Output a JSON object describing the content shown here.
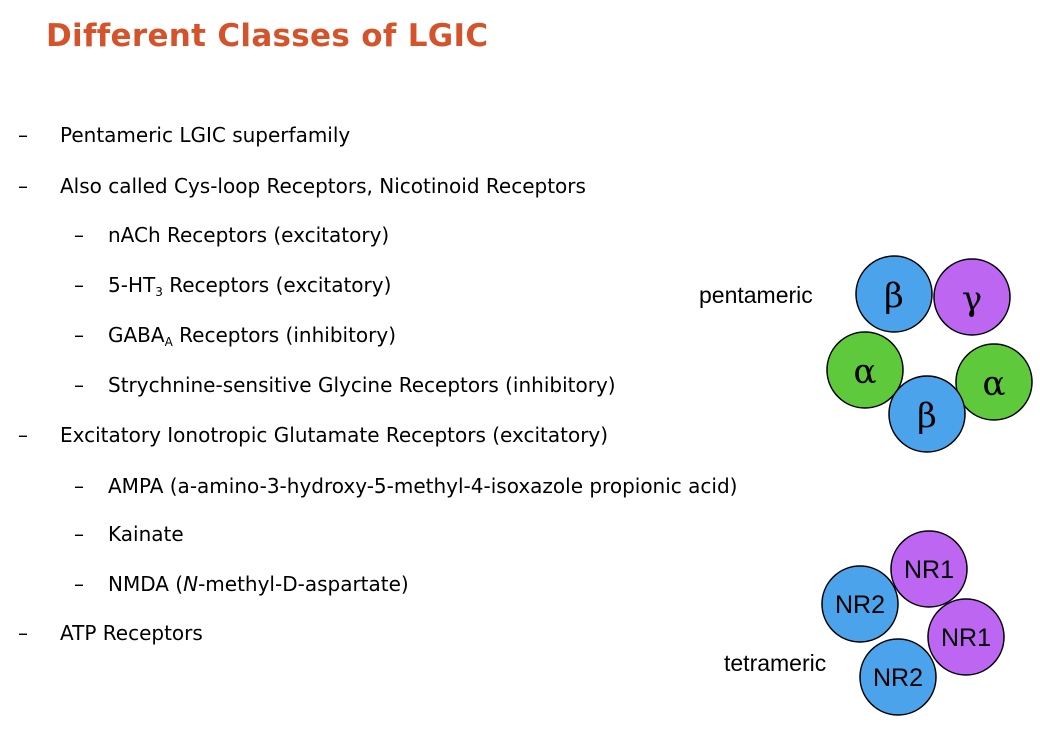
{
  "title": "Different Classes of LGIC",
  "bullets": [
    {
      "dash": "–",
      "text": "Pentameric LGIC superfamily"
    },
    {
      "dash": "–",
      "text": "Also called Cys-loop Receptors, Nicotinoid Receptors"
    },
    {
      "dash": "–",
      "text": "nACh Receptors (excitatory)"
    },
    {
      "dash": "–",
      "pre": "5-HT",
      "sub": "3",
      "post": " Receptors (excitatory)"
    },
    {
      "dash": "–",
      "pre": "GABA",
      "sub": "A",
      "post": " Receptors (inhibitory)"
    },
    {
      "dash": "–",
      "text": "Strychnine-sensitive Glycine Receptors (inhibitory)"
    },
    {
      "dash": "–",
      "text": "Excitatory Ionotropic Glutamate Receptors (excitatory)"
    },
    {
      "dash": "–",
      "text": "AMPA (a-amino-3-hydroxy-5-methyl-4-isoxazole propionic acid)"
    },
    {
      "dash": "–",
      "text": "Kainate"
    },
    {
      "dash": "–",
      "pre": "NMDA (",
      "ital": "N",
      "post": "-methyl-D-aspartate)"
    },
    {
      "dash": "–",
      "text": "ATP Receptors"
    }
  ],
  "pentamer": {
    "label": "pentameric",
    "subunits": [
      "β",
      "γ",
      "α",
      "β",
      "α"
    ]
  },
  "tetramer": {
    "label": "tetrameric",
    "subunits": [
      "NR1",
      "NR2",
      "NR1",
      "NR2"
    ]
  },
  "colors": {
    "title": "#d4532b",
    "beta": "#4aa3eb",
    "gamma": "#bd66f2",
    "alpha": "#5fc93c",
    "nr1": "#bd66f2",
    "nr2": "#4aa3eb"
  }
}
